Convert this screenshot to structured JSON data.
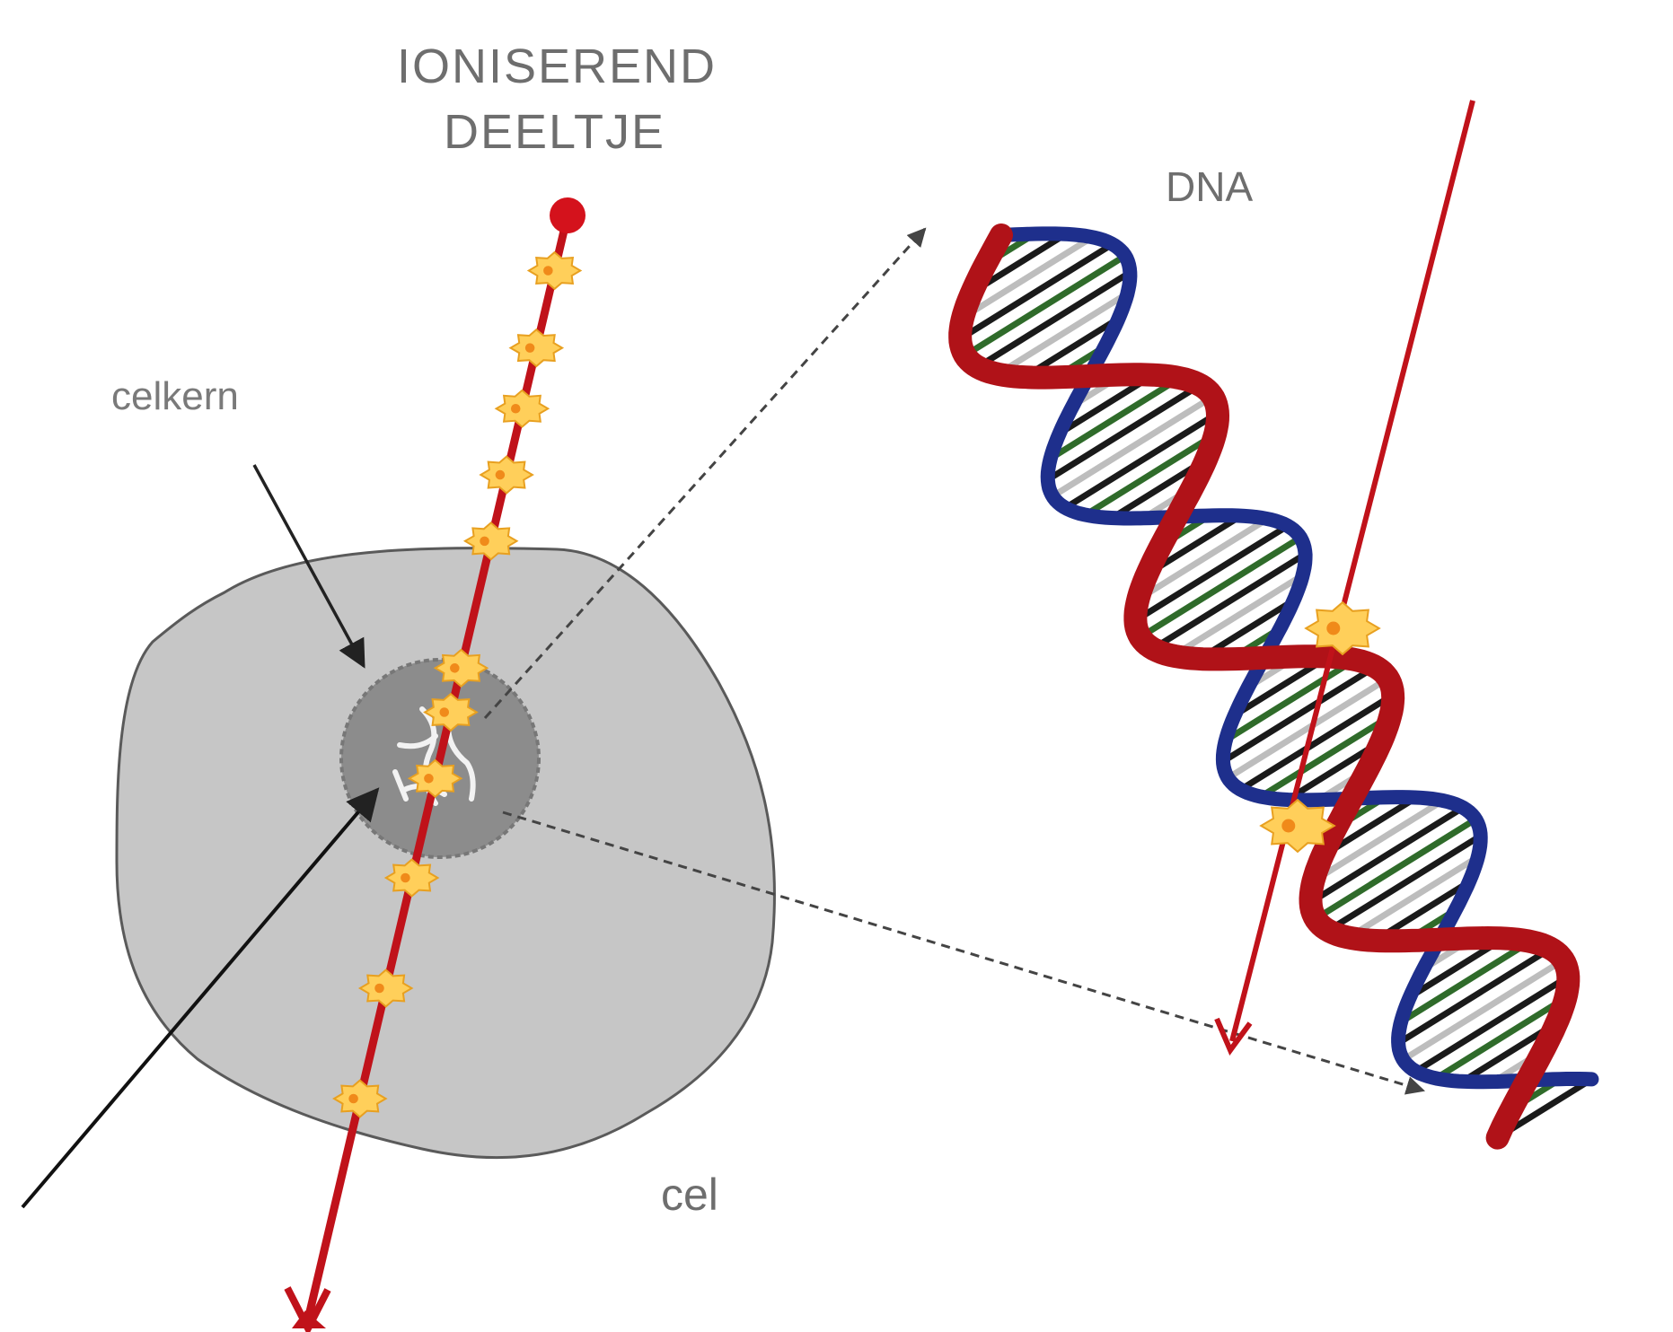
{
  "labels": {
    "particle_line1": "IONISEREND",
    "particle_line2": "DEELTJE",
    "dna": "DNA",
    "nucleus": "celkern",
    "cell": "cel"
  },
  "colors": {
    "track": "#c0121a",
    "cell_fill": "#c6c6c6",
    "cell_outline": "#5a5a5a",
    "nucleus_fill": "#8c8c8c",
    "ionization": "#ffcf5a",
    "strand_red": "#b01218",
    "strand_blue": "#1e2f8c",
    "base_pair": "#1a1a1a",
    "text": "#6e6e6e"
  },
  "icons": {
    "particle": "red-dot",
    "ionization_event": "yellow-burst",
    "arrow": "arrowhead"
  }
}
